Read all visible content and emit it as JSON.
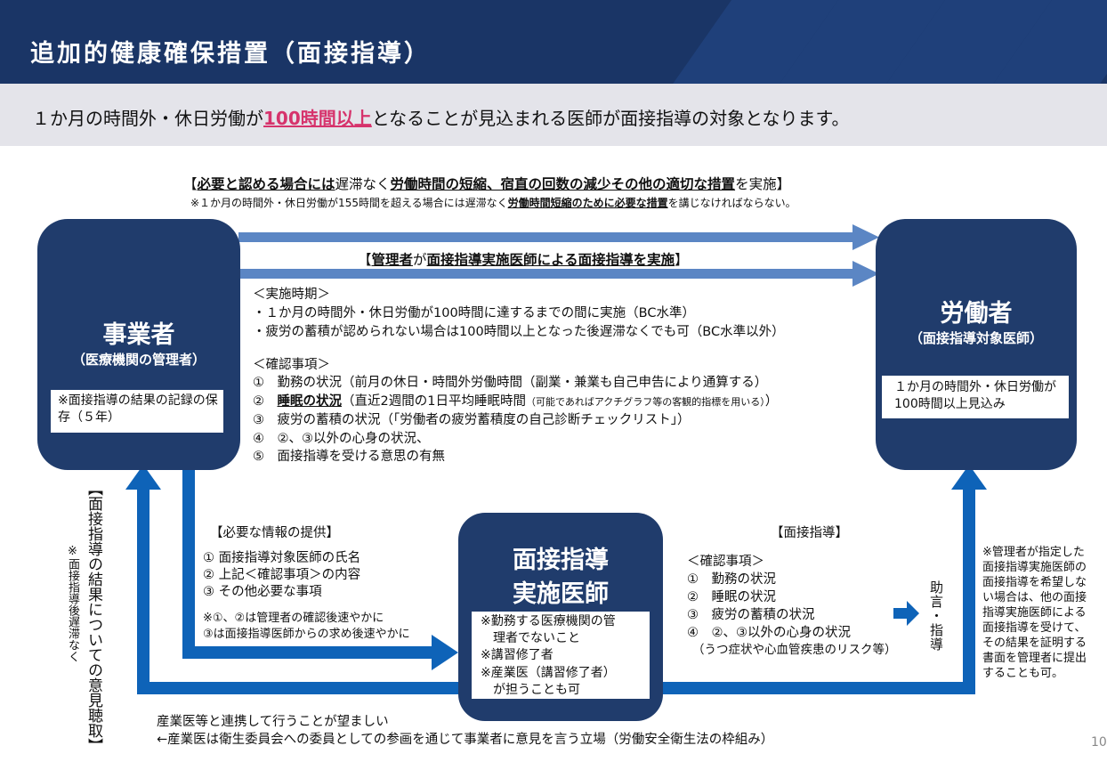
{
  "header": {
    "title": "追加的健康確保措置（面接指導）"
  },
  "banner": {
    "pre": "１か月の時間外・休日労働が",
    "highlight": "100時間以上",
    "post": "となることが見込まれる医師が面接指導の対象となります。"
  },
  "top_note": {
    "line1": {
      "p1": "【",
      "p2": "必要と認める場合には",
      "p3": "遅滞なく",
      "p4": "労働時間の短縮、宿直の回数の減少その他の適切な措置",
      "p5": "を実施】"
    },
    "line2": {
      "p1": "※１か月の時間外・休日労働が155時間を超える場合には遅滞なく",
      "p2": "労働時間短縮のために必要な措置",
      "p3": "を講じなければならない。"
    }
  },
  "arrow_label": {
    "p1": "【",
    "p2": "管理者",
    "p3": "が",
    "p4": "面接指導実施医師による面接指導を実施",
    "p5": "】"
  },
  "employer": {
    "title": "事業者",
    "subtitle": "（医療機関の管理者）",
    "note": "※面接指導の結果の記録の保存（５年）"
  },
  "worker": {
    "title": "労働者",
    "subtitle": "（面接指導対象医師）",
    "note": "１か月の時間外・休日労働が100時間以上見込み"
  },
  "doctor": {
    "title1": "面接指導",
    "title2": "実施医師",
    "notes": [
      "※勤務する医療機関の管",
      "　理者でないこと",
      "※講習修了者",
      "※産業医（講習修了者）",
      "　が担うことも可"
    ]
  },
  "timing": {
    "heading": "＜実施時期＞",
    "items": [
      "・１か月の時間外・休日労働が100時間に達するまでの間に実施（BC水準）",
      "・疲労の蓄積が認められない場合は100時間以上となった後遅滞なくでも可（BC水準以外）"
    ]
  },
  "check": {
    "heading": "＜確認事項＞",
    "item1": "①　勤務の状況（前月の休日・時間外労働時間（副業・兼業も自己申告により通算する）",
    "item2_num": "②　",
    "item2_bold": "睡眠の状況",
    "item2_rest": "（直近2週間の1日平均睡眠時間",
    "item2_small": "（可能であればアクチグラフ等の客観的指標を用いる）",
    "item2_end": "）",
    "item3": "③　疲労の蓄積の状況（「労働者の疲労蓄積度の自己診断チェックリスト」）",
    "item4": "④　②、③以外の心身の状況、",
    "item5": "⑤　面接指導を受ける意思の有無"
  },
  "info": {
    "heading": "【必要な情報の提供】",
    "items": [
      "① 面接指導対象医師の氏名",
      "② 上記＜確認事項＞の内容",
      "③ その他必要な事項"
    ],
    "note1": "※①、②は管理者の確認後速やかに",
    "note2": "③は面接指導医師からの求め後速やかに"
  },
  "interview": {
    "heading": "【面接指導】",
    "subheading": "＜確認事項＞",
    "items": [
      "①　勤務の状況",
      "②　睡眠の状況",
      "③　疲労の蓄積の状況",
      "④　②、③以外の心身の状況"
    ],
    "item4_note": "（うつ症状や心血管疾患のリスク等）"
  },
  "advice": "助言・指導",
  "right_note": [
    "※管理者が指定した",
    "面接指導実施医師の",
    "面接指導を希望しな",
    "い場合は、他の面接",
    "指導実施医師による",
    "面接指導を受けて、",
    "その結果を証明する",
    "書面を管理者に提出",
    "することも可。"
  ],
  "left_vertical": {
    "main": "【面接指導の結果についての意見聴取】",
    "sub": "※面接指導後遅滞なく"
  },
  "bottom": {
    "line1": "産業医等と連携して行うことが望ましい",
    "line2": "←産業医は衛生委員会への委員としての参画を通じて事業者に意見を言う立場（労働安全衛生法の枠組み）"
  },
  "page_number": "10",
  "colors": {
    "header": "#1a3566",
    "box": "#203c6c",
    "arrow": "#0e63b8",
    "highlight": "#d6336c"
  }
}
